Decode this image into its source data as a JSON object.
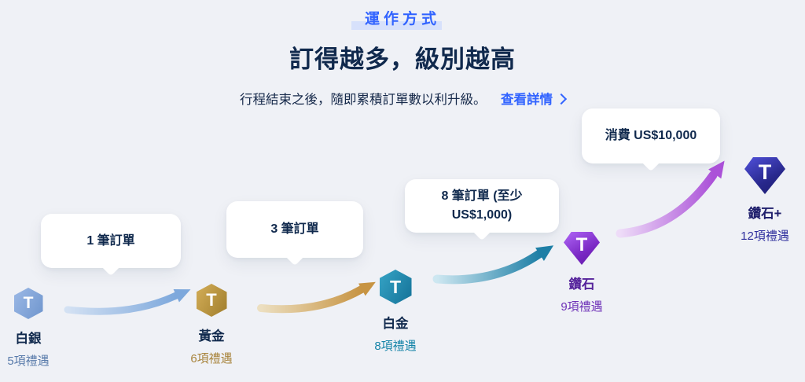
{
  "background": "#eff1f6",
  "header": {
    "badge_label": "運作方式",
    "title": "訂得越多，級別越高",
    "subtitle": "行程結束之後，隨即累積訂單數以利升級。",
    "details_link": "查看詳情"
  },
  "colors": {
    "accent_blue": "#3264ff",
    "eyebrow_highlight": "#d7e1fb",
    "dark_navy": "#10294d",
    "bubble_background": "#ffffff",
    "silver_badge": "#7fa3d8",
    "gold_badge": "#b8923d",
    "platinum_badge": "#1f8cb0",
    "diamond_badge": "#7a28c4",
    "diamond_plus_badge": "#28288c"
  },
  "tiers": [
    {
      "name": "白銀",
      "benefits": "5項禮遇",
      "badge_shape": "hexagon",
      "badge_letter": "T"
    },
    {
      "name": "黃金",
      "benefits": "6項禮遇",
      "badge_shape": "hexagon",
      "badge_letter": "T"
    },
    {
      "name": "白金",
      "benefits": "8項禮遇",
      "badge_shape": "hexagon",
      "badge_letter": "T"
    },
    {
      "name": "鑽石",
      "benefits": "9項禮遇",
      "badge_shape": "gem",
      "badge_letter": "T"
    },
    {
      "name": "鑽石+",
      "benefits": "12項禮遇",
      "badge_shape": "gem",
      "badge_letter": "T"
    }
  ],
  "callouts": [
    {
      "text": "1 筆訂單"
    },
    {
      "text": "3 筆訂單"
    },
    {
      "text": "8 筆訂單 (至少 US$1,000)"
    },
    {
      "text": "消費 US$10,000"
    }
  ],
  "arrows": [
    {
      "from": "白銀",
      "to": "黃金",
      "color_theme": "blue"
    },
    {
      "from": "黃金",
      "to": "白金",
      "color_theme": "gold"
    },
    {
      "from": "白金",
      "to": "鑽石",
      "color_theme": "teal"
    },
    {
      "from": "鑽石",
      "to": "鑽石+",
      "color_theme": "purple"
    }
  ]
}
